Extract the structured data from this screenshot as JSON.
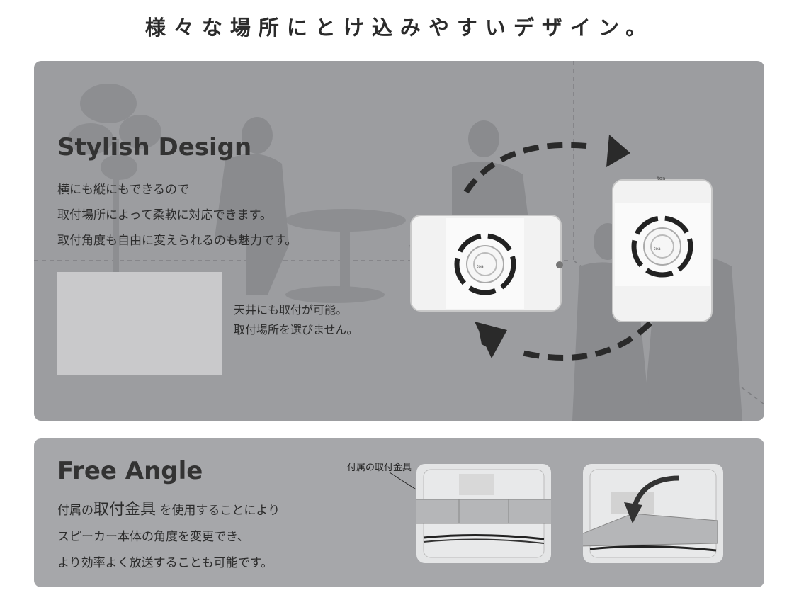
{
  "headline": "様々な場所にとけ込みやすいデザイン。",
  "stylish": {
    "title": "Stylish Design",
    "lines": [
      "横にも縦にもできるので",
      "取付場所によって柔軟に対応できます。",
      "取付角度も自由に変えられるのも魅力です。"
    ],
    "ceiling_lines": [
      "天井にも取付が可能。",
      "取付場所を選びません。"
    ],
    "brand_mark": "toa",
    "top_mark": "toa"
  },
  "free_angle": {
    "title": "Free Angle",
    "line1_prefix": "付属の",
    "line1_emph": "取付金具",
    "line1_suffix": "を使用することにより",
    "line2": "スピーカー本体の角度を変更でき、",
    "line3": "より効率よく放送することも可能です。",
    "bracket_label": "付属の取付金具"
  },
  "colors": {
    "panel_top": "#9c9da0",
    "panel_bottom": "#a6a7aa",
    "arrow": "#2a2a2a",
    "speaker_body": "#f2f2f2"
  },
  "icons": [
    "rotate-arrow-icon",
    "rotate-arrow-icon",
    "curved-arrow-icon"
  ]
}
